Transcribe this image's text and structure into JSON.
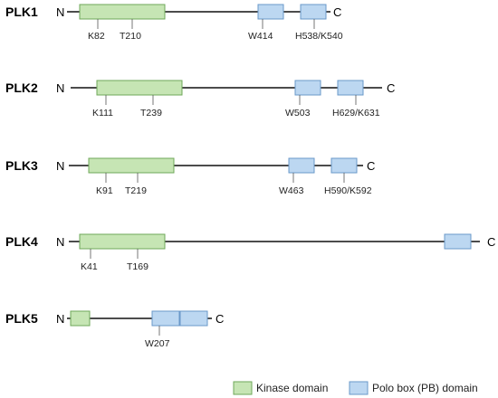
{
  "colors": {
    "kinase_fill": "#c6e5b4",
    "kinase_stroke": "#6fa85a",
    "polo_fill": "#bcd7f1",
    "polo_stroke": "#6a98c9",
    "line": "#111111",
    "tick": "#555555"
  },
  "proteins": [
    {
      "name": "PLK1",
      "n": "N",
      "c": "C",
      "sites": [
        {
          "label": "K82"
        },
        {
          "label": "T210"
        },
        {
          "label": "W414"
        },
        {
          "label": "H538/K540"
        }
      ]
    },
    {
      "name": "PLK2",
      "n": "N",
      "c": "C",
      "sites": [
        {
          "label": "K111"
        },
        {
          "label": "T239"
        },
        {
          "label": "W503"
        },
        {
          "label": "H629/K631"
        }
      ]
    },
    {
      "name": "PLK3",
      "n": "N",
      "c": "C",
      "sites": [
        {
          "label": "K91"
        },
        {
          "label": "T219"
        },
        {
          "label": "W463"
        },
        {
          "label": "H590/K592"
        }
      ]
    },
    {
      "name": "PLK4",
      "n": "N",
      "c": "C",
      "sites": [
        {
          "label": "K41"
        },
        {
          "label": "T169"
        }
      ]
    },
    {
      "name": "PLK5",
      "n": "N",
      "c": "C",
      "sites": [
        {
          "label": "W207"
        }
      ]
    }
  ],
  "legend": {
    "kinase": "Kinase domain",
    "polo": "Polo box (PB) domain"
  }
}
